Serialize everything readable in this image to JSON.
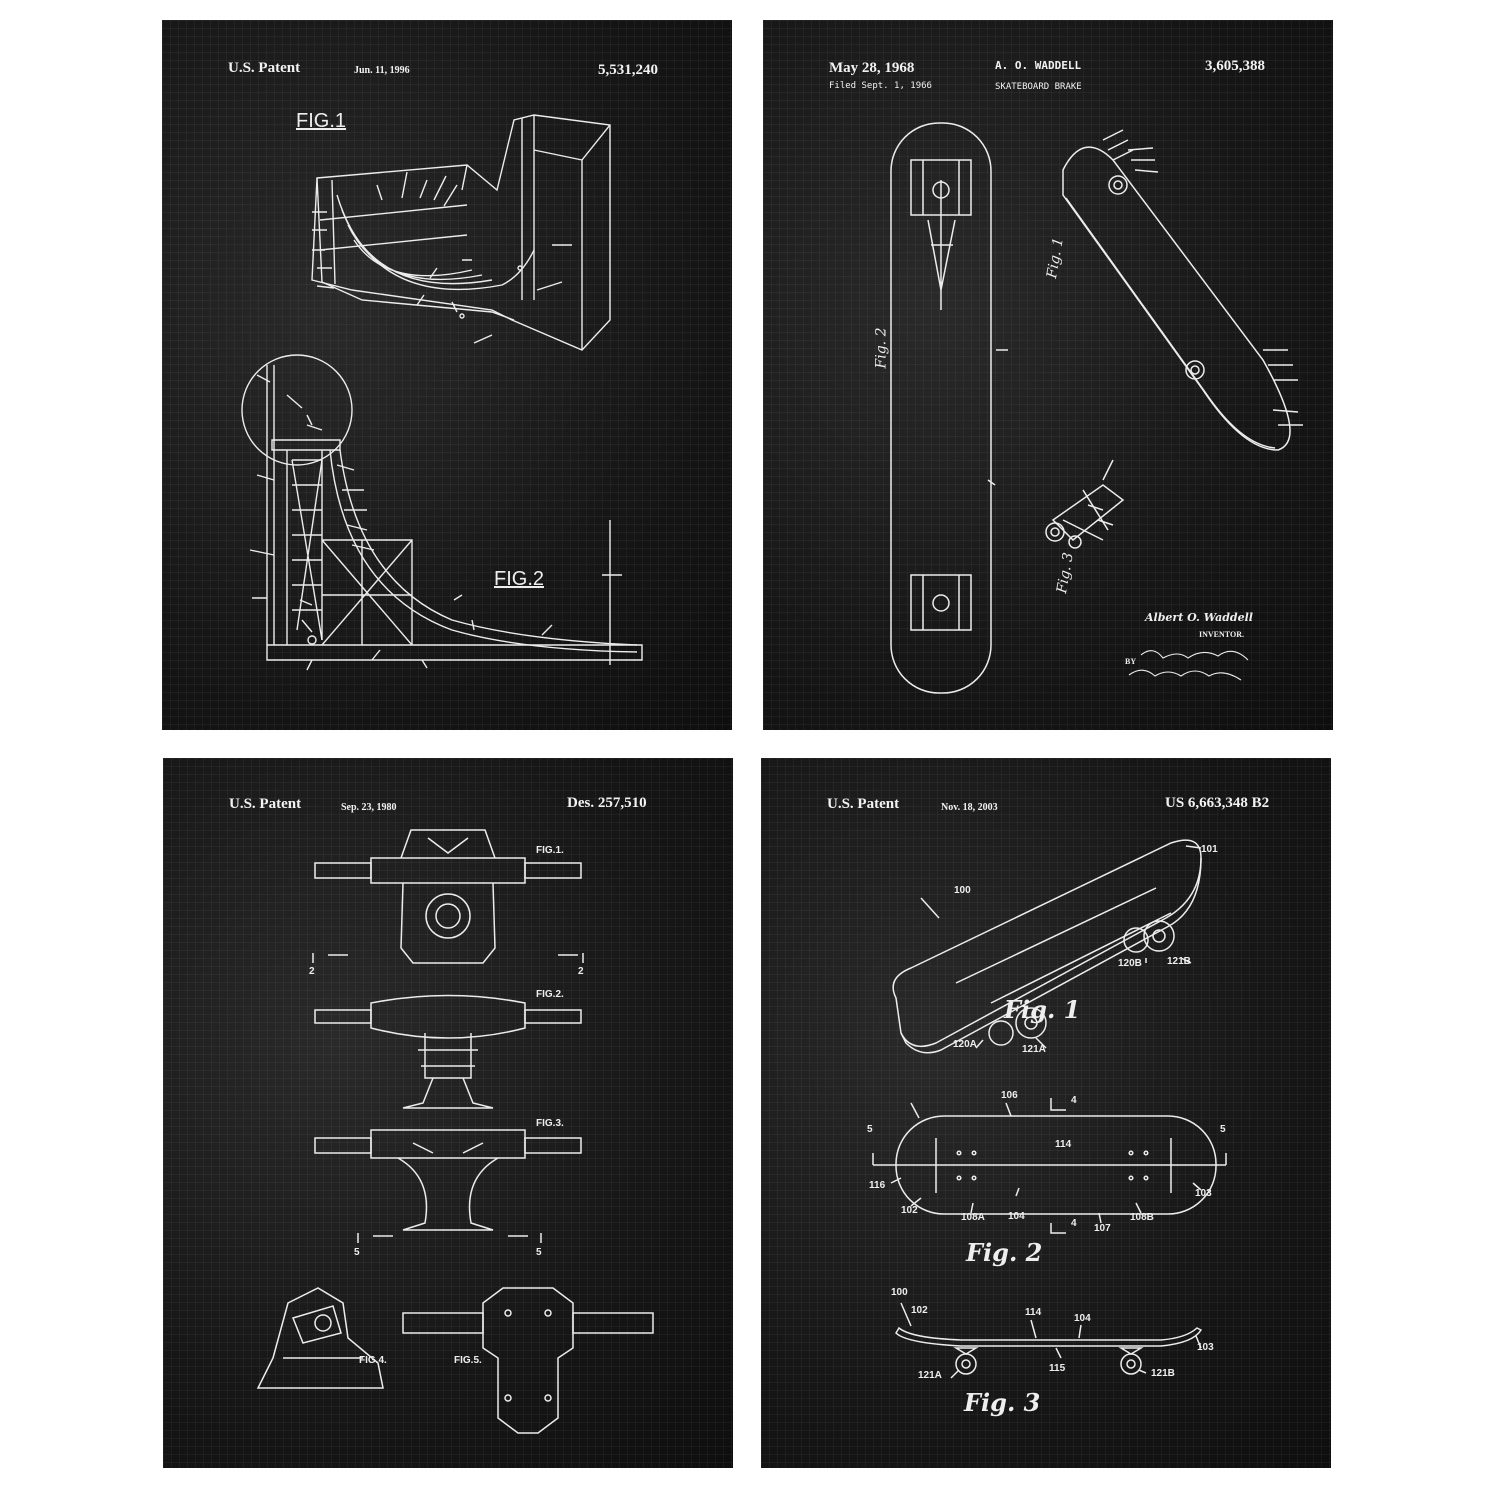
{
  "posters": [
    {
      "header": {
        "left": "U.S. Patent",
        "date": "Jun. 11, 1996",
        "number": "5,531,240"
      },
      "figures": [
        "FIG.1",
        "FIG.2"
      ]
    },
    {
      "header": {
        "date": "May 28, 1968",
        "filed": "Filed Sept. 1, 1966",
        "inventor_name": "A. O. WADDELL",
        "title": "SKATEBOARD BRAKE",
        "number": "3,605,388"
      },
      "figures": [
        "Fig. 1",
        "Fig. 2",
        "Fig. 3"
      ],
      "signature": {
        "name": "Albert O. Waddell",
        "role": "INVENTOR.",
        "by": "BY"
      }
    },
    {
      "header": {
        "left": "U.S. Patent",
        "date": "Sep. 23, 1980",
        "number": "Des. 257,510"
      },
      "figures": [
        "FIG.1.",
        "FIG.2.",
        "FIG.3.",
        "FIG.4.",
        "FIG.5."
      ],
      "section_marks": [
        "2",
        "2",
        "5",
        "5"
      ]
    },
    {
      "header": {
        "left": "U.S. Patent",
        "date": "Nov. 18, 2003",
        "number": "US 6,663,348 B2"
      },
      "figures": [
        "Fig. 1",
        "Fig. 2",
        "Fig. 3"
      ],
      "refs": [
        "100",
        "101",
        "120B",
        "121B",
        "120A",
        "121A",
        "106",
        "4",
        "5",
        "114",
        "116",
        "102",
        "108A",
        "104",
        "107",
        "108B",
        "103",
        "115"
      ]
    }
  ],
  "colors": {
    "paper": "#141414",
    "ink": "#f2f2f2",
    "frame": "#ffffff"
  }
}
